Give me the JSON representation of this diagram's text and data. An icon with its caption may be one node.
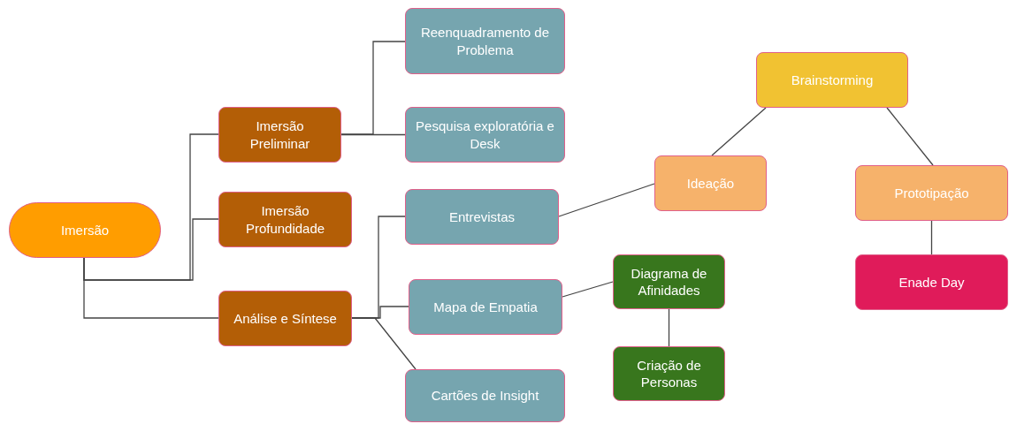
{
  "diagram": {
    "nodes": [
      {
        "text": [
          "Imersão"
        ]
      },
      {
        "text": [
          "Imersão Preliminar"
        ]
      },
      {
        "text": [
          "Imersão Profundidade"
        ]
      },
      {
        "text": [
          "Análise e Síntese"
        ]
      },
      {
        "text": [
          "Reenquadramento de Problema"
        ]
      },
      {
        "text": [
          "Pesquisa exploratória e Desk"
        ]
      },
      {
        "text": [
          "Entrevistas"
        ]
      },
      {
        "text": [
          "Mapa de Empatia"
        ]
      },
      {
        "text": [
          "Cartões de Insight"
        ]
      },
      {
        "text": [
          "Diagrama de Afinidades"
        ]
      },
      {
        "text": [
          "Criação de Personas"
        ]
      },
      {
        "text": [
          "Ideação"
        ]
      },
      {
        "text": [
          "Brainstorming"
        ]
      },
      {
        "text": [
          "Prototipação"
        ]
      },
      {
        "text": [
          "Enade Day"
        ]
      }
    ],
    "edges": [
      {
        "from": 0,
        "to": 1,
        "arrow": "none"
      },
      {
        "from": 0,
        "to": 2,
        "arrow": "none"
      },
      {
        "from": 0,
        "to": 3,
        "arrow": "none"
      },
      {
        "from": 1,
        "to": 4,
        "arrow": "none"
      },
      {
        "from": 1,
        "to": 5,
        "arrow": "none"
      },
      {
        "from": 3,
        "to": 6,
        "arrow": "none"
      },
      {
        "from": 3,
        "to": 7,
        "arrow": "none"
      },
      {
        "from": 3,
        "to": 8,
        "arrow": "none"
      },
      {
        "from": 6,
        "to": 11,
        "arrow": "none"
      },
      {
        "from": 7,
        "to": 9,
        "arrow": "none"
      },
      {
        "from": 9,
        "to": 10,
        "arrow": "none"
      },
      {
        "from": 11,
        "to": 12,
        "arrow": "none"
      },
      {
        "from": 12,
        "to": 13,
        "arrow": "none"
      },
      {
        "from": 13,
        "to": 14,
        "arrow": "none"
      }
    ]
  }
}
